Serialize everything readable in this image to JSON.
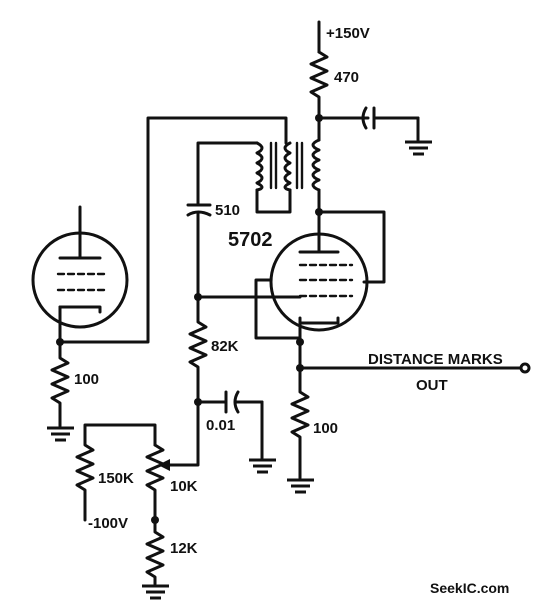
{
  "labels": {
    "supply": "+150V",
    "r_plate": "470",
    "cap_coupling": "510",
    "tube_main": "5702",
    "r_grid": "82K",
    "cap_bypass": "0.01",
    "r_cathode_left": "100",
    "distance_marks": "DISTANCE MARKS",
    "out": "OUT",
    "r_cathode_right": "100",
    "pot_150k": "150K",
    "pot_10k": "10K",
    "neg_supply": "-100V",
    "r_12k": "12K",
    "watermark": "SeekIC.com"
  },
  "colors": {
    "ink": "#111111",
    "background": "#ffffff",
    "watermark": "#333333"
  }
}
